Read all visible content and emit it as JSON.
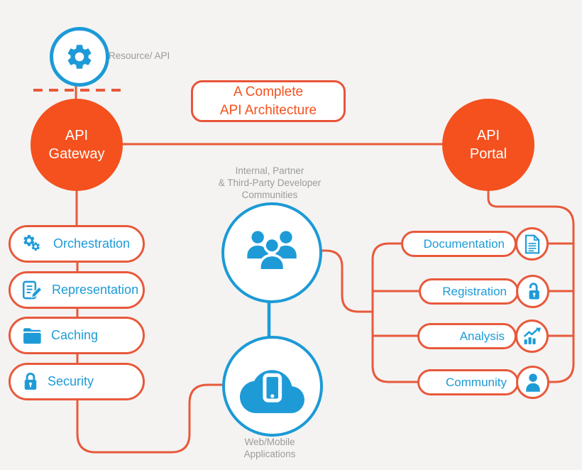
{
  "colors": {
    "background": "#F4F3F2",
    "node_orange": "#F4511E",
    "line_orange": "#E8593B",
    "blue": "#1E9BD7",
    "blue_border": "#1C9AD6",
    "gray_text": "#9B9B9B",
    "white": "#FFFFFF"
  },
  "header": {
    "resource_label": "Resource/ API",
    "title_line1": "A Complete",
    "title_line2": "API Architecture"
  },
  "nodes": {
    "resource": {
      "icon": "gear-icon"
    },
    "gateway": {
      "line1": "API",
      "line2": "Gateway"
    },
    "portal": {
      "line1": "API",
      "line2": "Portal"
    },
    "communities": {
      "icon": "group-people-icon",
      "caption": [
        "Internal, Partner",
        "& Third-Party Developer",
        "Communities"
      ]
    },
    "web_mobile": {
      "icon": "cloud-mobile-icon",
      "caption": [
        "Web/Mobile",
        "Applications"
      ]
    }
  },
  "gateway_features": [
    {
      "label": "Orchestration",
      "icon": "gears-icon"
    },
    {
      "label": "Representation",
      "icon": "document-edit-icon"
    },
    {
      "label": "Caching",
      "icon": "folder-icon"
    },
    {
      "label": "Security",
      "icon": "lock-icon"
    }
  ],
  "portal_features": [
    {
      "label": "Documentation",
      "icon": "document-lines-icon"
    },
    {
      "label": "Registration",
      "icon": "unlock-icon"
    },
    {
      "label": "Analysis",
      "icon": "chart-growth-icon"
    },
    {
      "label": "Community",
      "icon": "person-icon"
    }
  ]
}
